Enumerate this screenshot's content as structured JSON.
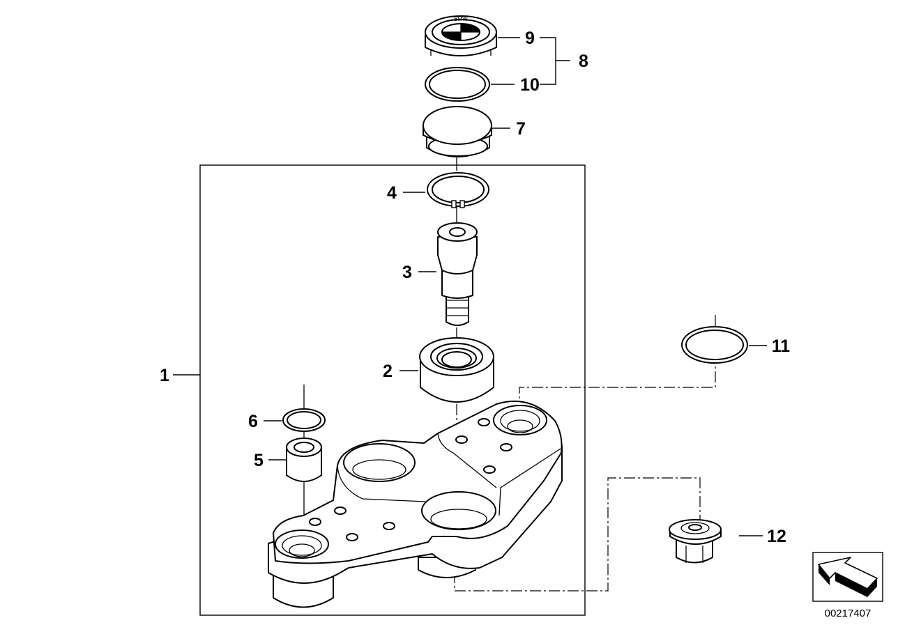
{
  "diagram": {
    "callouts": {
      "c1": "1",
      "c2": "2",
      "c3": "3",
      "c4": "4",
      "c5": "5",
      "c6": "6",
      "c7": "7",
      "c8": "8",
      "c9": "9",
      "c10": "10",
      "c11": "11",
      "c12": "12"
    },
    "document_number": "00217407",
    "logo_letters": "BMW"
  }
}
